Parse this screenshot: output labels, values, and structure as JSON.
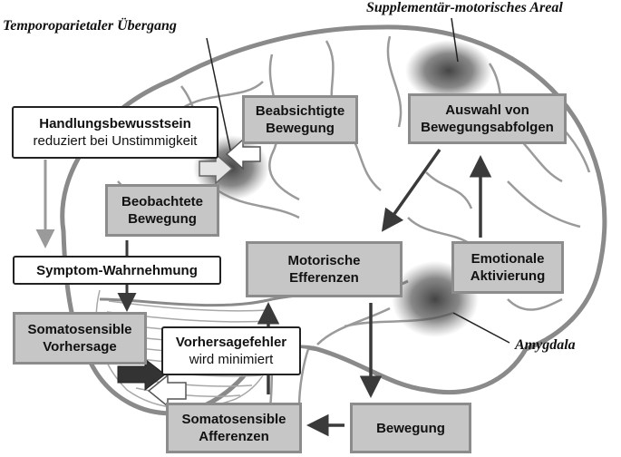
{
  "regions": {
    "temporoparietal": "Temporoparietaler Übergang",
    "sma": "Supplementär-motorisches Areal",
    "amygdala": "Amygdala"
  },
  "boxes": {
    "intended_movement": [
      "Beabsichtigte",
      "Bewegung"
    ],
    "sequence_selection": [
      "Auswahl von",
      "Bewegungsabfolgen"
    ],
    "observed_movement": [
      "Beobachtete",
      "Bewegung"
    ],
    "motor_efferents": [
      "Motorische",
      "Efferenzen"
    ],
    "emotional_activation": [
      "Emotionale",
      "Aktivierung"
    ],
    "somatosensory_prediction": [
      "Somatosensible",
      "Vorhersage"
    ],
    "somatosensory_afferents": [
      "Somatosensible",
      "Afferenzen"
    ],
    "movement": "Bewegung"
  },
  "notes": {
    "agency": {
      "title": "Handlungsbewusstsein",
      "sub": "reduziert bei Unstimmigkeit"
    },
    "symptom": "Symptom-Wahrnehmung",
    "prediction_error": {
      "title": "Vorhersagefehler",
      "sub": "wird minimiert"
    }
  }
}
